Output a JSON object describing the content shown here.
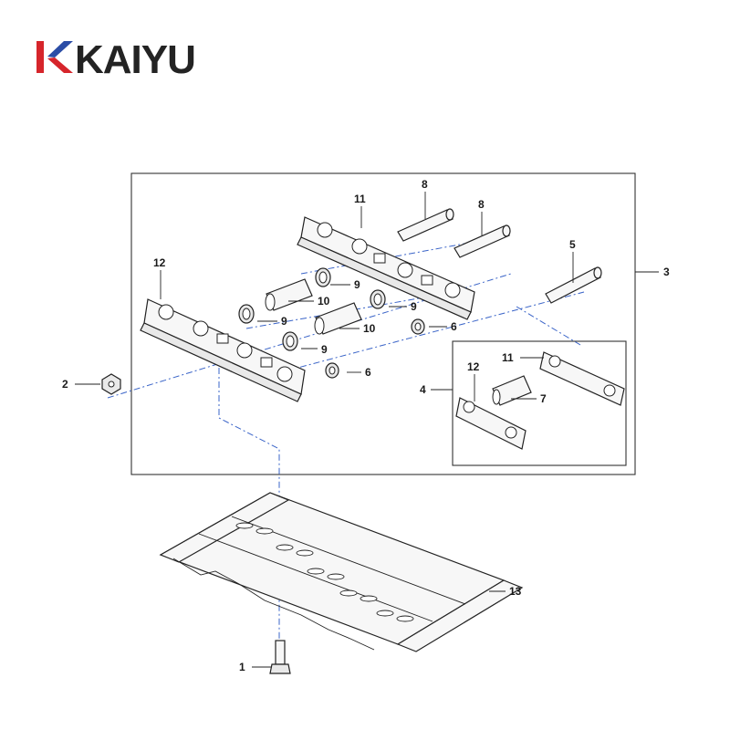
{
  "brand": {
    "name": "KAIYU",
    "logo_mark_letter": "K",
    "colors": {
      "red": "#d6252b",
      "blue": "#2b4da6",
      "dark": "#232323"
    }
  },
  "callouts": {
    "c1": "1",
    "c2": "2",
    "c3": "3",
    "c4": "4",
    "c5": "5",
    "c6a": "6",
    "c6b": "6",
    "c7": "7",
    "c8a": "8",
    "c8b": "8",
    "c9a": "9",
    "c9b": "9",
    "c9c": "9",
    "c10a": "10",
    "c10b": "10",
    "c11a": "11",
    "c11b": "11",
    "c12a": "12",
    "c12b": "12",
    "c13": "13"
  },
  "colors": {
    "axis_line": "#3a64c8",
    "line_art": "#222222"
  }
}
